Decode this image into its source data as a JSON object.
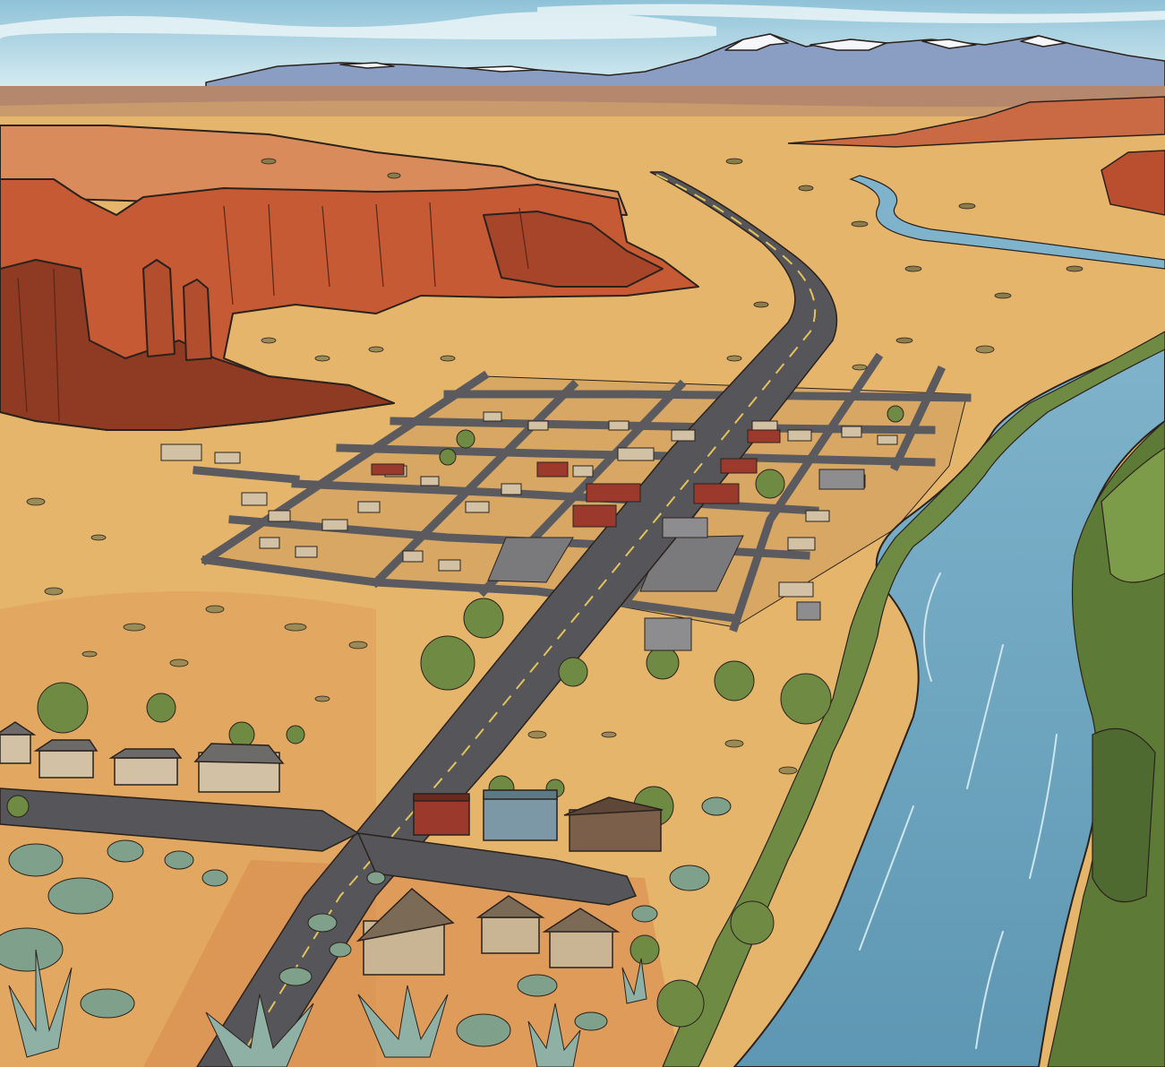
{
  "scene": {
    "kind": "illustrated aerial view",
    "subjects": [
      "snow-capped-mountains",
      "red-rock-mesas",
      "desert-town-grid",
      "highway",
      "river",
      "riparian-trees",
      "desert-shrubs",
      "houses"
    ]
  },
  "palette": {
    "sky": "#bfe0ec",
    "cloud": "#e9f4f6",
    "mountain": "#7f94bd",
    "snow": "#f5f7fb",
    "far_plain": "#b98a74",
    "desert": "#e8b469",
    "desert_dark": "#c98b4f",
    "cliff": "#c65a34",
    "cliff_shadow": "#8f3a22",
    "road": "#5b5b5f",
    "road_line": "#e4c45a",
    "river": "#6fa6c0",
    "river_light": "#a7cfe0",
    "tree": "#6e8a43",
    "tree_dark": "#4e6a30",
    "shrub": "#7fa08a",
    "roof_red": "#9b3a2c",
    "roof_gray": "#8d8d90",
    "house_wall": "#d2c1a4",
    "outline": "#2b221c"
  }
}
